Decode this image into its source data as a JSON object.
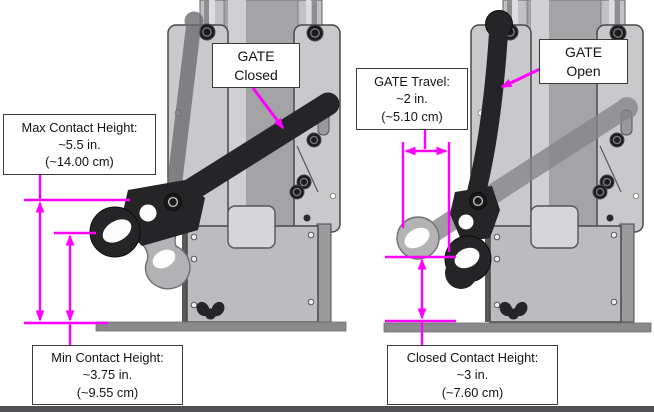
{
  "diagram": {
    "colors": {
      "annotation_magenta": "#FF00FF",
      "callout_border": "#3a3a3a",
      "callout_background": "#ffffff",
      "text": "#141414",
      "machine_light_gray": "#c6c6c8",
      "machine_mid_gray": "#a6a6a8",
      "machine_black": "#252527",
      "ghost_gray": "#8f8f92",
      "ground_gray": "#8a8a8c",
      "bottom_bar_gray": "#505052"
    },
    "left": {
      "gate_state": {
        "line1": "GATE",
        "line2": "Closed"
      },
      "max_contact_height": {
        "label": "Max Contact Height:",
        "inches": "~5.5 in.",
        "centimeters": "(~14.00 cm)"
      },
      "min_contact_height": {
        "label": "Min Contact Height:",
        "inches": "~3.75 in.",
        "centimeters": "(~9.55 cm)"
      }
    },
    "right": {
      "gate_state": {
        "line1": "GATE",
        "line2": "Open"
      },
      "gate_travel": {
        "label": "GATE Travel:",
        "inches": "~2 in.",
        "centimeters": "(~5.10 cm)"
      },
      "closed_contact_height": {
        "label": "Closed Contact Height:",
        "inches": "~3 in.",
        "centimeters": "(~7.60 cm)"
      }
    }
  }
}
